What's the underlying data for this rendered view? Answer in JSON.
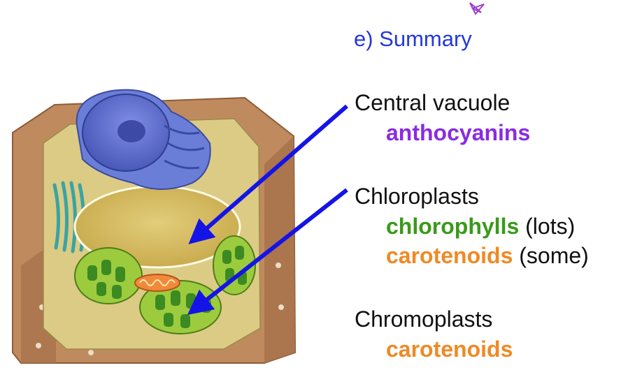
{
  "slide": {
    "heading": "e) Summary",
    "colors": {
      "heading": "#2438d8",
      "arrow": "#1414e6",
      "anthocyanins": "#8a2be2",
      "chlorophylls": "#3a9a1a",
      "carotenoids": "#ee8a26"
    },
    "groups": [
      {
        "organelle": "Central vacuole",
        "pigments": [
          {
            "name": "anthocyanins",
            "amount": "",
            "color_key": "anthocyanins"
          }
        ]
      },
      {
        "organelle": "Chloroplasts",
        "pigments": [
          {
            "name": "chlorophylls",
            "amount": "(lots)",
            "color_key": "chlorophylls"
          },
          {
            "name": "carotenoids",
            "amount": "(some)",
            "color_key": "carotenoids"
          }
        ]
      },
      {
        "organelle": "Chromoplasts",
        "pigments": [
          {
            "name": "carotenoids",
            "amount": "",
            "color_key": "carotenoids"
          }
        ]
      }
    ],
    "icons": {
      "doodle": "star-doodle-icon"
    }
  }
}
